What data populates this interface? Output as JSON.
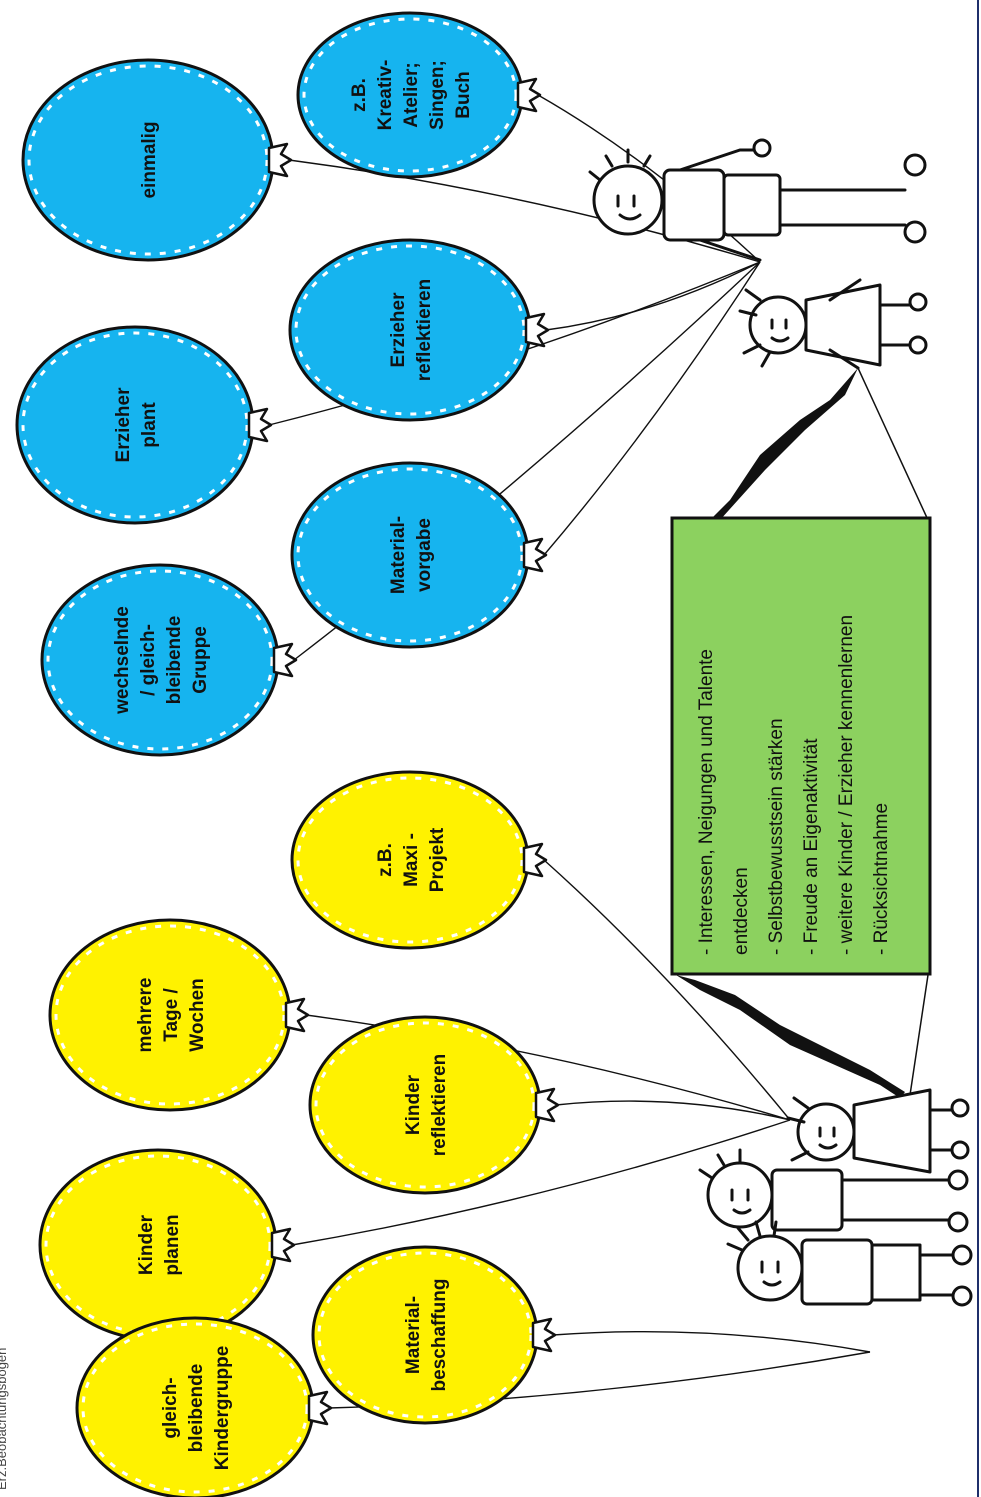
{
  "corner_label": "Erz.Beobachtungsbogen",
  "colors": {
    "blue_balloon": "#16b4ef",
    "yellow_balloon": "#fff200",
    "box_fill": "#8cd15f",
    "ink": "#111111"
  },
  "blue_balloons": [
    {
      "id": "zb-kreativ",
      "lines": [
        "z.B.",
        "Kreativ-",
        "Atelier;",
        "Singen;",
        "Buch"
      ]
    },
    {
      "id": "einmalig",
      "lines": [
        "einmalig"
      ]
    },
    {
      "id": "erzieher-reflektieren",
      "lines": [
        "Erzieher",
        "reflektieren"
      ]
    },
    {
      "id": "erzieher-plant",
      "lines": [
        "Erzieher",
        "plant"
      ]
    },
    {
      "id": "materialvorgabe",
      "lines": [
        "Material-",
        "vorgabe"
      ]
    },
    {
      "id": "wechselnde-gruppe",
      "lines": [
        "wechselnde",
        "/ gleich-",
        "bleibende",
        "Gruppe"
      ]
    }
  ],
  "yellow_balloons": [
    {
      "id": "zb-maxi",
      "lines": [
        "z.B.",
        "Maxi -",
        "Projekt"
      ]
    },
    {
      "id": "mehrere-tage",
      "lines": [
        "mehrere",
        "Tage /",
        "Wochen"
      ]
    },
    {
      "id": "kinder-reflektieren",
      "lines": [
        "Kinder",
        "reflektieren"
      ]
    },
    {
      "id": "kinder-planen",
      "lines": [
        "Kinder",
        "planen"
      ]
    },
    {
      "id": "materialbeschaffung",
      "lines": [
        "Material-",
        "beschaffung"
      ]
    },
    {
      "id": "gleichbleibende-kindergruppe",
      "lines": [
        "gleich-",
        "bleibende",
        "Kindergruppe"
      ]
    }
  ],
  "goals_box": {
    "lines": [
      "- Interessen, Neigungen und Talente",
      "entdecken",
      "- Selbstbewusstsein stärken",
      "- Freude an Eigenaktivität",
      "- weitere Kinder / Erzieher kennenlernen",
      "- Rücksichtnahme"
    ]
  }
}
